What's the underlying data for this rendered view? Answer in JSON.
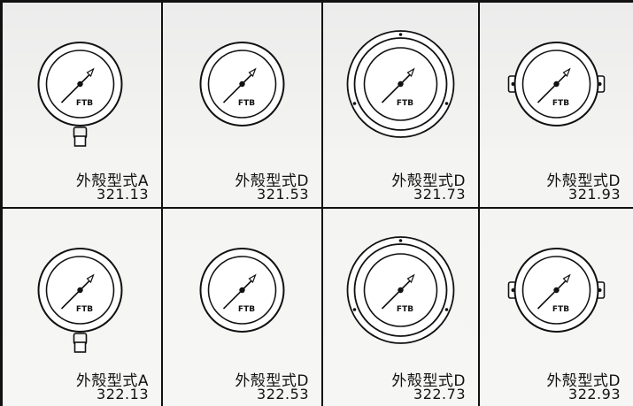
{
  "gauges": [
    {
      "name": "外殻型式A",
      "code": "321.13",
      "variant": "bottom-connection"
    },
    {
      "name": "外殻型式D",
      "code": "321.53",
      "variant": "plain"
    },
    {
      "name": "外殻型式D",
      "code": "321.73",
      "variant": "flange-ring"
    },
    {
      "name": "外殻型式D",
      "code": "321.93",
      "variant": "side-lugs"
    },
    {
      "name": "外殻型式A",
      "code": "322.13",
      "variant": "bottom-connection"
    },
    {
      "name": "外殻型式D",
      "code": "322.53",
      "variant": "plain"
    },
    {
      "name": "外殻型式D",
      "code": "322.73",
      "variant": "flange-ring"
    },
    {
      "name": "外殻型式D",
      "code": "322.93",
      "variant": "side-lugs"
    }
  ],
  "dial_label": "FTB"
}
